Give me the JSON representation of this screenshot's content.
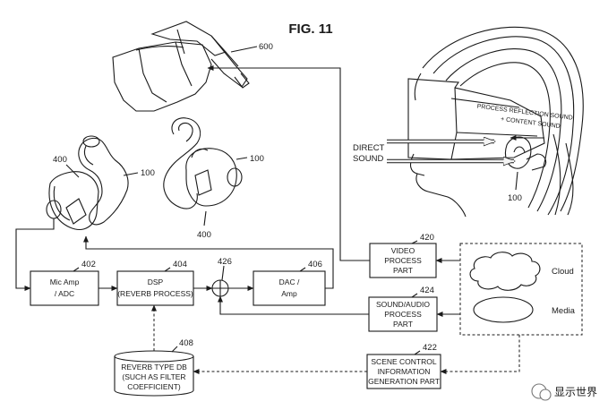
{
  "figure_title": "FIG. 11",
  "refs": {
    "hmd": "600",
    "earphone_left": "100",
    "earphone_right": "100",
    "earphone_user": "100",
    "mic_left": "400",
    "mic_right": "400",
    "mic_amp": "402",
    "dsp": "404",
    "adder": "426",
    "dac": "406",
    "video_part": "420",
    "sound_part": "424",
    "scene_part": "422",
    "reverb_db": "408"
  },
  "boxes": {
    "mic_amp": [
      "Mic Amp",
      "/ ADC"
    ],
    "dsp": [
      "DSP",
      "(REVERB PROCESS)"
    ],
    "dac": [
      "DAC /",
      "Amp"
    ],
    "video_part": [
      "VIDEO",
      "PROCESS",
      "PART"
    ],
    "sound_part": [
      "SOUND/AUDIO",
      "PROCESS",
      "PART"
    ],
    "scene_part": [
      "SCENE CONTROL",
      "INFORMATION",
      "GENERATION PART"
    ],
    "reverb_db": [
      "REVERB TYPE DB",
      "(SUCH AS FILTER",
      "COEFFICIENT)"
    ]
  },
  "cloud_label": "Cloud",
  "media_label": "Media",
  "direct_sound": [
    "DIRECT",
    "SOUND"
  ],
  "sound_notes": [
    "PROCESS REFLECTION SOUND",
    "+ CONTENT SOUND"
  ],
  "watermark": "显示世界"
}
